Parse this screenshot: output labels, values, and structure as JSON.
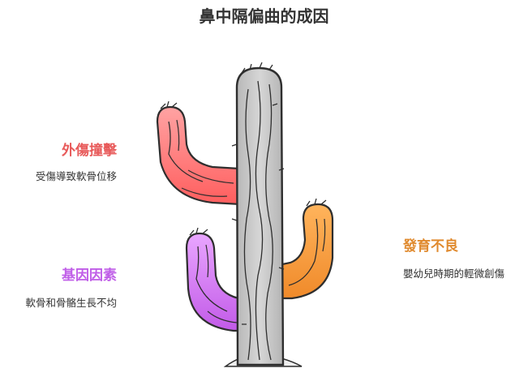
{
  "title": "鼻中隔偏曲的成因",
  "causes": [
    {
      "title": "外傷撞擊",
      "description": "受傷導致軟骨位移",
      "color": "#e85a5a",
      "fill": "#ff7373"
    },
    {
      "title": "基因因素",
      "description": "軟骨和骨骼生長不均",
      "color": "#c05ee8",
      "fill": "#cf6ef2"
    },
    {
      "title": "發育不良",
      "description": "嬰幼兒時期的輕微創傷",
      "color": "#e08a2e",
      "fill": "#f49a3e"
    }
  ],
  "colors": {
    "trunk": "#c8c8c8",
    "outline": "#2e2e2e"
  }
}
